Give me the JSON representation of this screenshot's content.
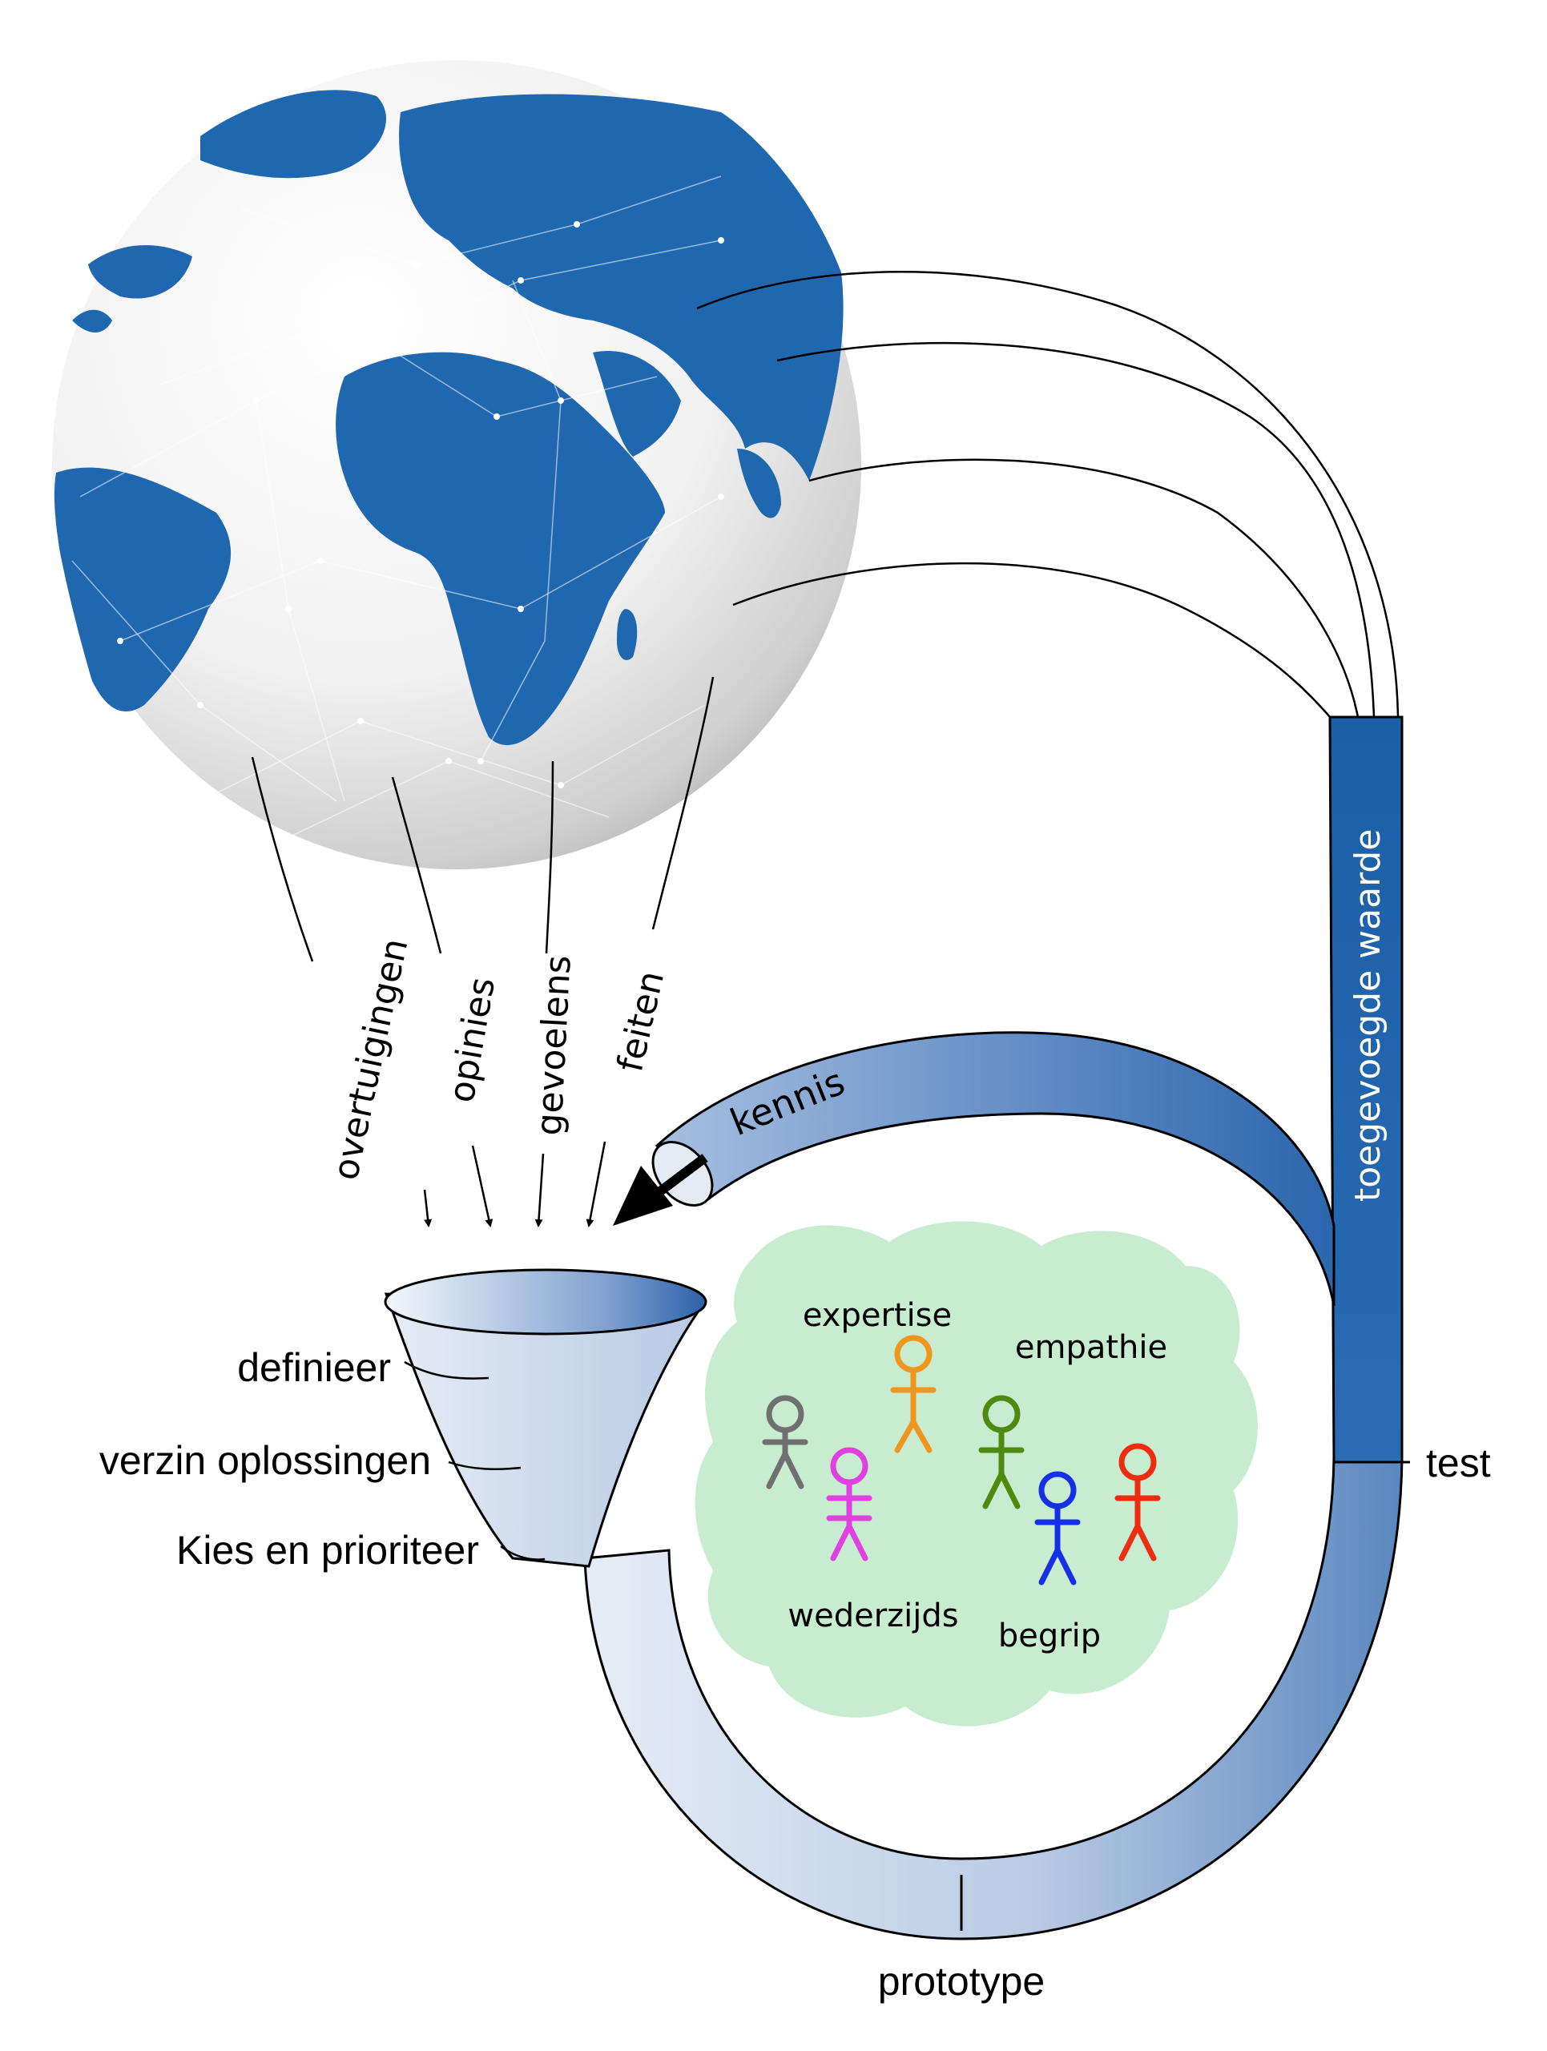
{
  "inputs": {
    "overtuigingen": "overtuigingen",
    "opinies": "opinies",
    "gevoelens": "gevoelens",
    "feiten": "feiten"
  },
  "loop": {
    "kennis": "kennis",
    "toegevoegde_waarde": "toegevoegde waarde"
  },
  "steps": {
    "definieer": "definieer",
    "verzin_oplossingen": "verzin oplossingen",
    "kies_en_prioriteer": "Kies en prioriteer",
    "prototype": "prototype",
    "test": "test"
  },
  "team": {
    "expertise": "expertise",
    "empathie": "empathie",
    "wederzijds": "wederzijds",
    "begrip": "begrip"
  },
  "colors": {
    "ocean": "#ffffff",
    "land": "#1f68b0",
    "tube_light": "#dfe7f3",
    "tube_dark": "#1a5fa8",
    "cloud": "#c8ecd0",
    "person_gray": "#707070",
    "person_magenta": "#e040e0",
    "person_orange": "#f0961e",
    "person_green": "#4f8a10",
    "person_blue": "#1530e6",
    "person_red": "#ee2c10"
  }
}
